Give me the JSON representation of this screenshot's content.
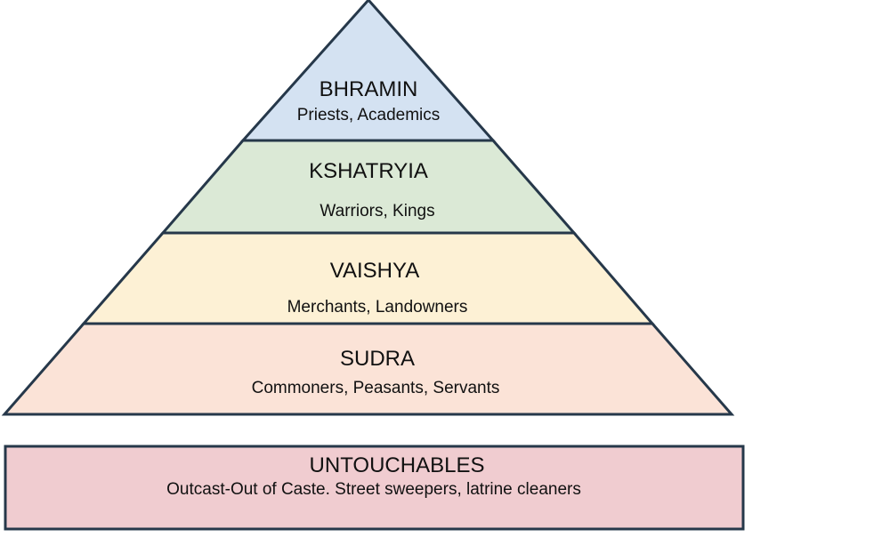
{
  "pyramid": {
    "tiers": [
      {
        "title": "BHRAMIN",
        "subtitle": "Priests, Academics",
        "color": "#d4e2f2"
      },
      {
        "title": "KSHATRYIA",
        "subtitle": "Warriors, Kings",
        "color": "#dbe9d6"
      },
      {
        "title": "VAISHYA",
        "subtitle": "Merchants, Landowners",
        "color": "#fdf1d5"
      },
      {
        "title": "SUDRA",
        "subtitle": "Commoners, Peasants, Servants",
        "color": "#fbe3d7"
      }
    ]
  },
  "outcast": {
    "title": "UNTOUCHABLES",
    "subtitle": "Outcast-Out of Caste. Street sweepers, latrine cleaners",
    "color": "#f0ccd0"
  },
  "colors": {
    "outline": "#26384a"
  }
}
